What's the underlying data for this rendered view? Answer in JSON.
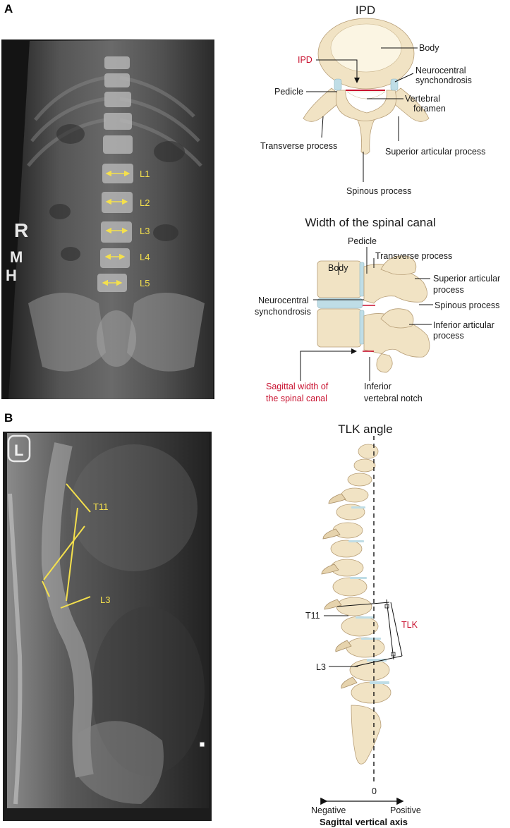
{
  "panels": {
    "a": "A",
    "b": "B"
  },
  "xray_ap": {
    "markers": [
      "R",
      "M",
      "H"
    ],
    "levels": [
      "L1",
      "L2",
      "L3",
      "L4",
      "L5"
    ]
  },
  "ipd": {
    "title": "IPD",
    "labels": {
      "body": "Body",
      "ipd": "IPD",
      "neuro1": "Neurocentral",
      "neuro2": "synchondrosis",
      "pedicle": "Pedicle",
      "vf1": "Vertebral",
      "vf2": "foramen",
      "transverse": "Transverse process",
      "superior": "Superior articular process",
      "spinous": "Spinous process"
    }
  },
  "canal": {
    "title": "Width of the spinal canal",
    "labels": {
      "pedicle": "Pedicle",
      "transverse": "Transverse process",
      "body": "Body",
      "sup1": "Superior articular",
      "sup2": "process",
      "neuro1": "Neurocentral",
      "neuro2": "synchondrosis",
      "spinous": "Spinous process",
      "inf1": "Inferior articular",
      "inf2": "process",
      "sag1": "Sagittal width of",
      "sag2": "the spinal canal",
      "notch1": "Inferior",
      "notch2": "vertebral notch"
    }
  },
  "xray_lat": {
    "marker": "L",
    "levels": [
      "T11",
      "L3"
    ]
  },
  "tlk": {
    "title": "TLK angle",
    "labels": {
      "t11": "T11",
      "l3": "L3",
      "tlk": "TLK",
      "zero": "0",
      "negative": "Negative",
      "positive": "Positive",
      "axis": "Sagittal vertical axis"
    }
  }
}
